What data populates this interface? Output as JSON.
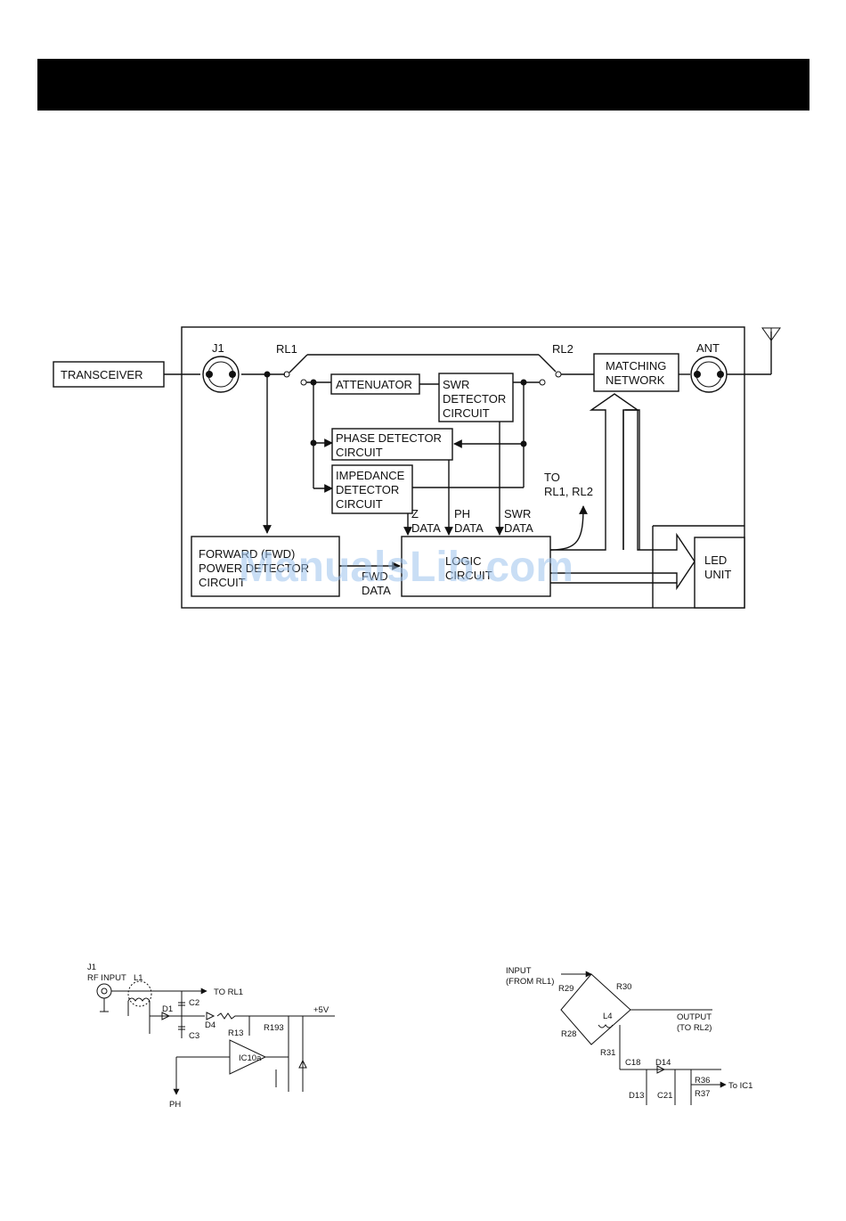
{
  "block_diagram": {
    "transceiver": "TRANSCEIVER",
    "j1": "J1",
    "rl1": "RL1",
    "rl2": "RL2",
    "ant": "ANT",
    "attenuator": "ATTENUATOR",
    "swr_detector": [
      "SWR",
      "DETECTOR",
      "CIRCUIT"
    ],
    "matching_network": [
      "MATCHING",
      "NETWORK"
    ],
    "phase_detector": [
      "PHASE DETECTOR",
      "CIRCUIT"
    ],
    "impedance_detector": [
      "IMPEDANCE",
      "DETECTOR",
      "CIRCUIT"
    ],
    "forward_power": [
      "FORWARD (FWD)",
      "POWER DETECTOR",
      "CIRCUIT"
    ],
    "logic_circuit": [
      "LOGIC",
      "CIRCUIT"
    ],
    "led_unit": [
      "LED",
      "UNIT"
    ],
    "z_data": [
      "Z",
      "DATA"
    ],
    "ph_data": [
      "PH",
      "DATA"
    ],
    "swr_data": [
      "SWR",
      "DATA"
    ],
    "fwd_data": [
      "FWD",
      "DATA"
    ],
    "to_relays": [
      "TO",
      "RL1, RL2"
    ]
  },
  "watermark": "ManualsLib.com",
  "schematic_left": {
    "j1": "J1",
    "rf_input": "RF INPUT",
    "l1": "L1",
    "to_rl1": "TO RL1",
    "c2": "C2",
    "c3": "C3",
    "d1": "D1",
    "d4": "D4",
    "r13": "R13",
    "r193": "R193",
    "plus5v": "+5V",
    "ic10a": "IC10a",
    "ph": "PH"
  },
  "schematic_right": {
    "input": [
      "INPUT",
      "(FROM RL1)"
    ],
    "r29": "R29",
    "r30": "R30",
    "r28": "R28",
    "l4": "L4",
    "r31": "R31",
    "output": [
      "OUTPUT",
      "(TO RL2)"
    ],
    "c18": "C18",
    "d14": "D14",
    "d13": "D13",
    "c21": "C21",
    "r36": "R36",
    "r37": "R37",
    "to_ic1": "To IC1"
  }
}
